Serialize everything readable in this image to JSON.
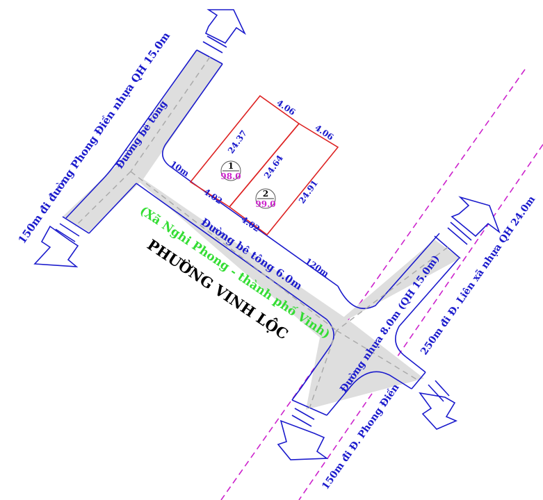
{
  "labels": {
    "road_left": "150m đi đường Phong Điền nhựa QH 15.0m",
    "road_left_inner": "Đường bê tông",
    "road_center": "Đường bê tông 6.0m",
    "road_right_inner": "Đường nhựa 8.0m (QH 15.0m)",
    "road_right_outer": "250m đi Đ. Liên xã nhựa QH 24.0m",
    "road_bottom": "150m đi Đ. Phong Điền",
    "commune": "(Xã Nghi Phong - thành phố Vinh)",
    "ward": "PHƯỜNG VINH LỘC",
    "dist_10m": "10m",
    "dist_120m": "120m"
  },
  "lots": [
    {
      "number": "1",
      "area": "98.0",
      "top": "4.06",
      "left": "24.37",
      "bottom": "4.02",
      "right": "24.64"
    },
    {
      "number": "2",
      "area": "99.0",
      "top": "4.06",
      "left": "24.64",
      "bottom": "4.02",
      "right": "24.91"
    }
  ],
  "colors": {
    "road_outline": "#1a1acc",
    "lot_outline": "#dd2222",
    "boundary": "#cc22cc",
    "commune_text": "#33dd33"
  }
}
